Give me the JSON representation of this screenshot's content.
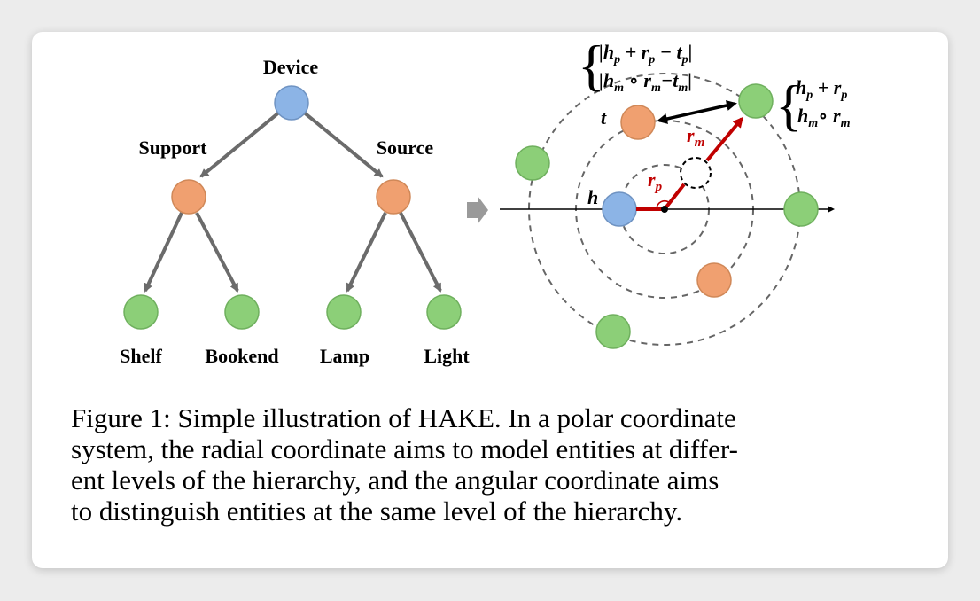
{
  "tree": {
    "root": "Device",
    "left_branch": "Support",
    "right_branch": "Source",
    "leaves": [
      "Shelf",
      "Bookend",
      "Lamp",
      "Light"
    ]
  },
  "polar": {
    "h_label": "h",
    "t_label": "t",
    "r_p_label": "r",
    "r_p_sub": "p",
    "r_m_label": "r",
    "r_m_sub": "m",
    "distance_top": {
      "line1": "|h",
      "line1_sub": "p",
      "line1_mid": " + r",
      "line1_sub2": "p",
      "line1_end": " − t",
      "line1_sub3": "p",
      "line1_close": "|",
      "line2": "|h",
      "line2_sub": "m",
      "line2_mid": " ∘ r",
      "line2_sub2": "m",
      "line2_end": "−t",
      "line2_sub3": "m",
      "line2_close": "|"
    },
    "tail_right": {
      "line1": "h",
      "line1_sub": "p",
      "line1_mid": " + r",
      "line1_sub2": "p",
      "line2": "h",
      "line2_sub": "m",
      "line2_mid": "∘ r",
      "line2_sub2": "m"
    }
  },
  "colors": {
    "blue": "#8cb4e6",
    "orange": "#f0a070",
    "green": "#8ccf78",
    "red": "#c00000",
    "arrow_gray": "#6b6b6b"
  },
  "caption": {
    "lines": [
      "Figure 1: Simple illustration of HAKE. In a polar coordinate",
      "system, the radial coordinate aims to model entities at differ-",
      "ent levels of the hierarchy, and the angular coordinate aims",
      "to distinguish entities at the same level of the hierarchy."
    ]
  }
}
